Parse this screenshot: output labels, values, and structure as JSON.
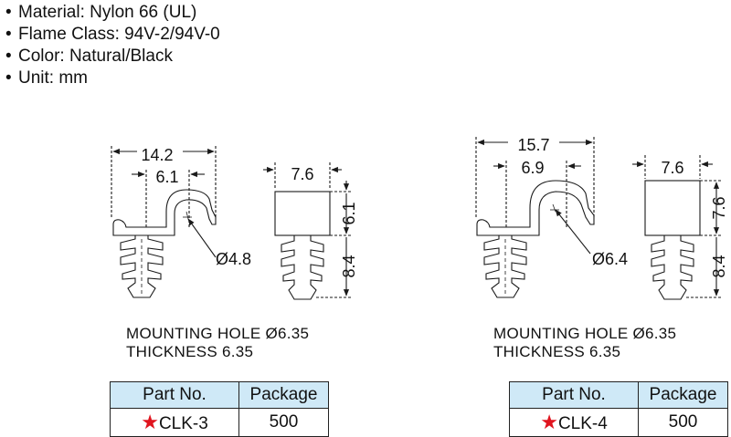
{
  "specs": [
    {
      "bullet": "•",
      "text": "Material: Nylon 66 (UL)"
    },
    {
      "bullet": "•",
      "text": "Flame Class: 94V-2/94V-0"
    },
    {
      "bullet": "•",
      "text": "Color: Natural/Black"
    },
    {
      "bullet": "•",
      "text": "Unit: mm"
    }
  ],
  "left": {
    "dims": {
      "overall_width": "14.2",
      "slot_width": "6.1",
      "hole_dia": "Ø4.8",
      "side_width": "7.6",
      "side_height": "6.1",
      "leg_height": "8.4"
    },
    "mounting_hole": "MOUNTING  HOLE  Ø6.35",
    "thickness": "THICKNESS  6.35",
    "table": {
      "col1": "Part No.",
      "col2": "Package",
      "star": "★",
      "part": "CLK-3",
      "package": "500"
    }
  },
  "right": {
    "dims": {
      "overall_width": "15.7",
      "slot_width": "6.9",
      "hole_dia": "Ø6.4",
      "side_width": "7.6",
      "side_height": "7.6",
      "leg_height": "8.4"
    },
    "mounting_hole": "MOUNTING  HOLE  Ø6.35",
    "thickness": "THICKNESS  6.35",
    "table": {
      "col1": "Part No.",
      "col2": "Package",
      "star": "★",
      "part": "CLK-4",
      "package": "500"
    }
  },
  "colors": {
    "line": "#1a1a1a",
    "header_bg": "#cfe9f7",
    "star": "#e0141e"
  }
}
